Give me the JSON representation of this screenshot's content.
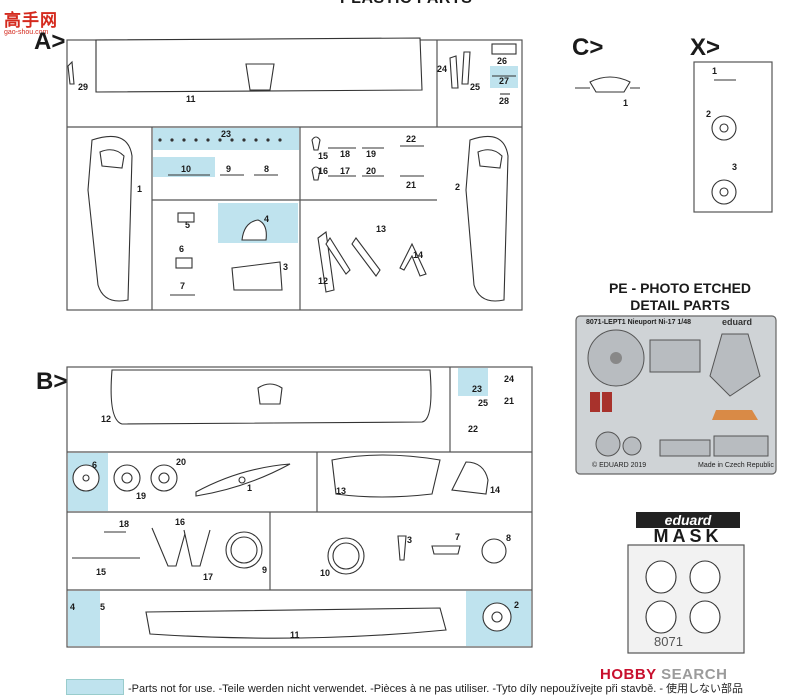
{
  "page_title": "PLASTIC PARTS",
  "site_logo": {
    "chars": "高手网",
    "url": "gao-shou.com"
  },
  "sprues": [
    {
      "letter": "A>",
      "parts": [
        "1",
        "2",
        "3",
        "4",
        "5",
        "6",
        "7",
        "8",
        "9",
        "10",
        "11",
        "12",
        "13",
        "14",
        "15",
        "16",
        "17",
        "18",
        "19",
        "20",
        "21",
        "22",
        "23",
        "24",
        "25",
        "26",
        "27",
        "28",
        "29"
      ]
    },
    {
      "letter": "B>",
      "parts": [
        "1",
        "2",
        "3",
        "4",
        "5",
        "6",
        "7",
        "8",
        "9",
        "10",
        "11",
        "12",
        "13",
        "14",
        "15",
        "16",
        "17",
        "18",
        "19",
        "20",
        "21",
        "22",
        "23",
        "24",
        "25"
      ]
    },
    {
      "letter": "C>",
      "parts": [
        "1"
      ]
    },
    {
      "letter": "X>",
      "parts": [
        "1",
        "2",
        "3"
      ]
    }
  ],
  "photo_etched": {
    "title": "PE - PHOTO ETCHED\nDETAIL PARTS",
    "fret_code": "8071-LEPT1  Nieuport Ni-17  1/48",
    "brand": "eduard",
    "copyright": "© EDUARD 2019",
    "made_in": "Made in Czech Republic"
  },
  "mask": {
    "brand": "eduard",
    "label": "MASK",
    "code": "8071"
  },
  "legend": {
    "text": "-Parts not for use. -Teile werden nicht verwendet. -Pièces à ne pas utiliser. -Tyto díly nepoužívejte při stavbě. - 使用しない部品",
    "swatch_color": "#bfe3ee"
  },
  "watermark": {
    "hobby": "HOBBY",
    "search": "SEARCH"
  }
}
